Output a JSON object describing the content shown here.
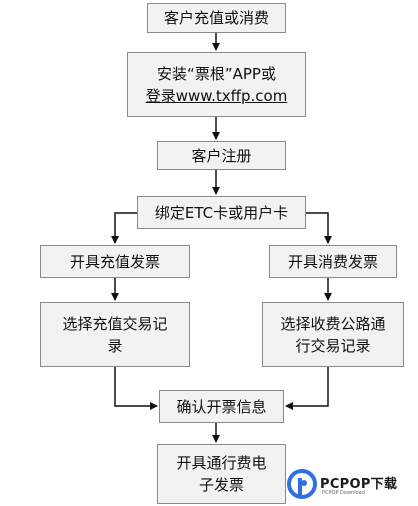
{
  "flowchart": {
    "customer_recharge_or_consume": "客户充值或消费",
    "install_app_line1": "安装“票根”APP或",
    "install_app_line2": "登录www.txffp.com",
    "customer_register": "客户注册",
    "bind_card": "绑定ETC卡或用户卡",
    "issue_recharge_invoice": "开具充值发票",
    "issue_consumption_invoice": "开具消费发票",
    "select_recharge_record_line1": "选择充值交易记",
    "select_recharge_record_line2": "录",
    "select_toll_record_line1": "选择收费公路通",
    "select_toll_record_line2": "行交易记录",
    "confirm_invoice_info": "确认开票信息",
    "issue_toll_invoice_line1": "开具通行费电",
    "issue_toll_invoice_line2": "子发票"
  },
  "watermark": {
    "logo_text": "PCPOP下载",
    "sub_text": "PCPOP Download",
    "logo_color": "#2f6fe0"
  }
}
